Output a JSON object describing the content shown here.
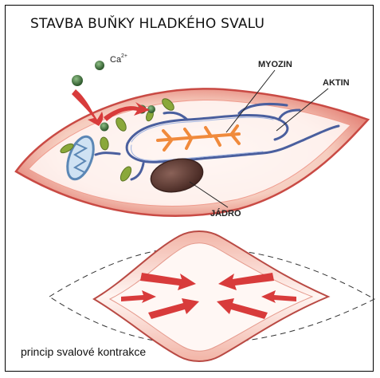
{
  "title": "STAVBA BUŇKY HLADKÉHO SVALU",
  "labels": {
    "calcium": "Ca",
    "calcium_charge": "2+",
    "myosin": "MYOZIN",
    "actin": "AKTIN",
    "nucleus": "JÁDRO"
  },
  "caption": "princip svalové kontrakce",
  "colors": {
    "membrane": "#d9534f",
    "cytoplasm_light": "#fbe3dc",
    "actin": "#4a5f9e",
    "myosin": "#f08a3c",
    "nucleus": "#5a3a34",
    "organelle_green": "#8aa83a",
    "calcium_ion": "#3b6b38",
    "mitochondrion": "#5b87b5",
    "arrow_red": "#d83b3b"
  },
  "icons": [
    "calcium-ion-icon",
    "mitochondrion-icon",
    "nucleus-icon",
    "contraction-arrow-icon"
  ]
}
